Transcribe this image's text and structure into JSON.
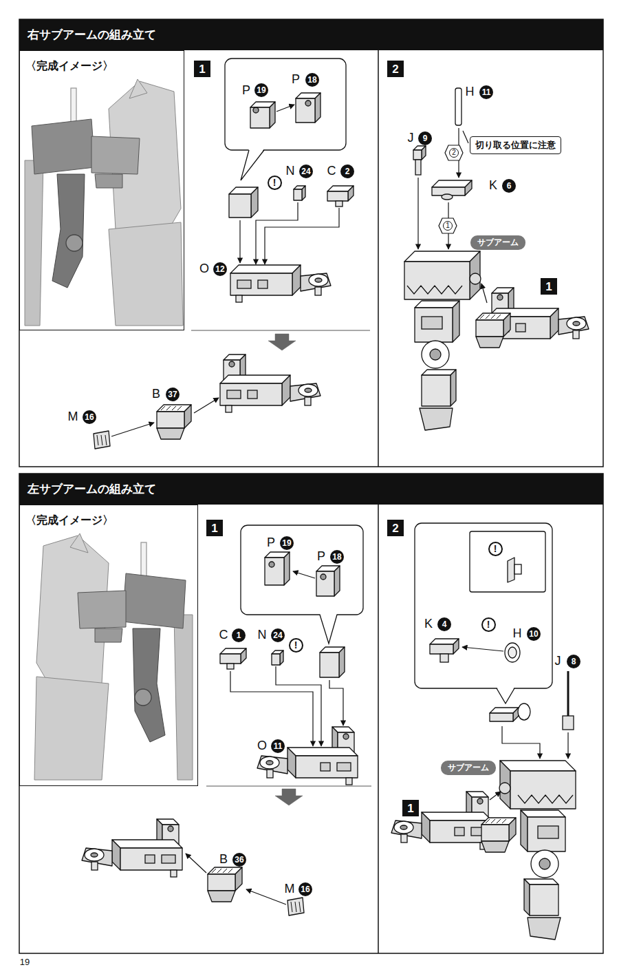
{
  "diagram": {
    "nodes": [
      {
        "text": [
          "右サブアームの組み立て"
        ]
      },
      {
        "text": [
          "〈完成イメージ〉"
        ]
      },
      {
        "text": [
          "1"
        ]
      },
      {
        "text": [
          "2"
        ]
      },
      {
        "text": [
          "切り取る位置に注意"
        ]
      },
      {
        "text": [
          "2"
        ]
      },
      {
        "text": [
          "1"
        ]
      },
      {
        "text": [
          "サブアーム"
        ]
      },
      {
        "text": [
          "1"
        ]
      },
      {
        "text": [
          "左サブアームの組み立て"
        ]
      },
      {
        "text": [
          "〈完成イメージ〉"
        ]
      },
      {
        "text": [
          "1"
        ]
      },
      {
        "text": [
          "2"
        ]
      },
      {
        "text": [
          "サブアーム"
        ]
      },
      {
        "text": [
          "1"
        ]
      }
    ],
    "labels": [
      "P",
      "19",
      "P",
      "18",
      "!",
      "N",
      "24",
      "C",
      "2",
      "O",
      "12",
      "B",
      "37",
      "M",
      "16",
      "H",
      "11",
      "J",
      "9",
      "K",
      "6",
      "P",
      "19",
      "P",
      "18",
      "C",
      "1",
      "N",
      "24",
      "!",
      "O",
      "11",
      "B",
      "36",
      "M",
      "16",
      "!",
      "K",
      "4",
      "!",
      "H",
      "10",
      "J",
      "8",
      "19"
    ]
  }
}
